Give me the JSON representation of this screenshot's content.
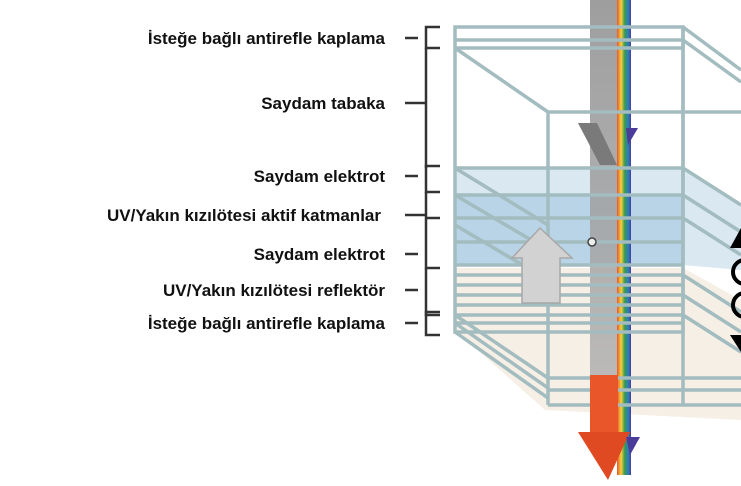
{
  "title": "UV/Yakın kızılötesi şeffaf güneş hücresi katman yapısı",
  "labels": [
    "İsteğe bağlı antirefle kaplama",
    "Saydam tabaka",
    "Saydam elektrot",
    "UV/Yakın kızılötesi aktif katmanlar",
    "Saydam elektrot",
    "UV/Yakın kızılötesi reflektör",
    "İsteğe bağlı antirefle kaplama"
  ],
  "colors": {
    "frame": "#a3bcbf",
    "active_layer": "#8fb8d8",
    "transmitted_light": "#e8562a",
    "incident_light": "#8a8a8a"
  }
}
